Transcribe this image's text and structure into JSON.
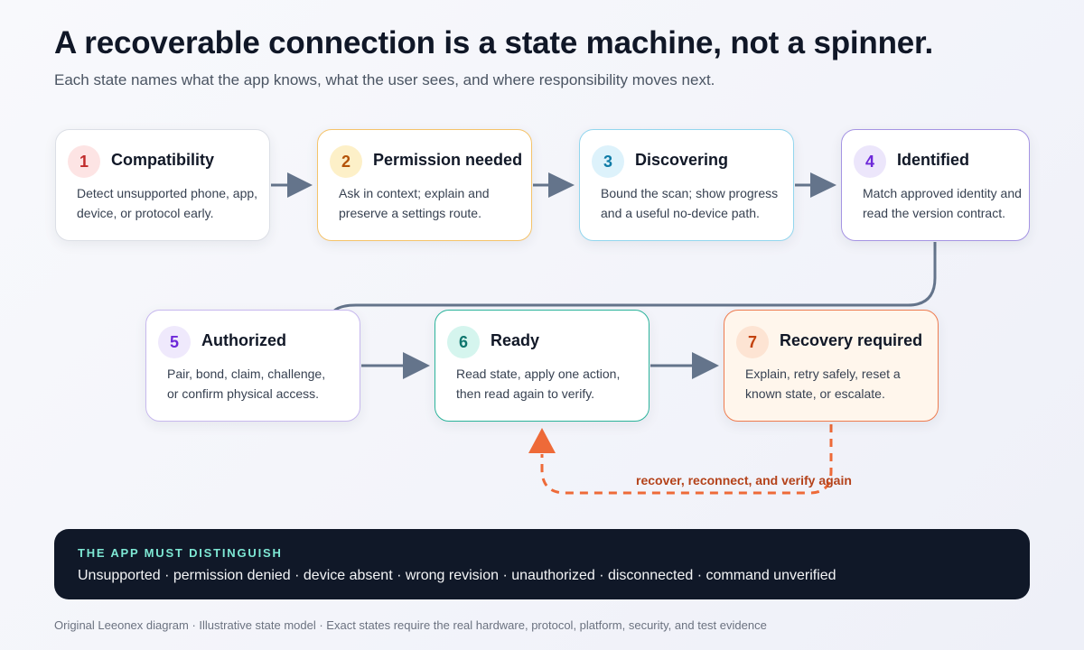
{
  "title": "A recoverable connection is a state machine, not a spinner.",
  "subtitle": "Each state names what the app knows, what the user sees, and where responsibility moves next.",
  "states": [
    {
      "number": "1",
      "title": "Compatibility",
      "desc_lines": [
        "Detect unsupported phone, app,",
        "device, or protocol early."
      ],
      "border": "#dcdfe6",
      "badge_bg": "#fde4e4",
      "badge_fg": "#c02c2c"
    },
    {
      "number": "2",
      "title": "Permission needed",
      "desc_lines": [
        "Ask in context; explain and",
        "preserve a settings route."
      ],
      "border": "#f5c36a",
      "badge_bg": "#fdf0c8",
      "badge_fg": "#b45309"
    },
    {
      "number": "3",
      "title": "Discovering",
      "desc_lines": [
        "Bound the scan; show progress",
        "and a useful no-device path."
      ],
      "border": "#93d6ee",
      "badge_bg": "#ddf2fb",
      "badge_fg": "#0e7ba6"
    },
    {
      "number": "4",
      "title": "Identified",
      "desc_lines": [
        "Match approved identity and",
        "read the version contract."
      ],
      "border": "#a594e3",
      "badge_bg": "#ece6fb",
      "badge_fg": "#6d28d9"
    },
    {
      "number": "5",
      "title": "Authorized",
      "desc_lines": [
        "Pair, bond, claim, challenge,",
        "or confirm physical access."
      ],
      "border": "#c7b8ee",
      "badge_bg": "#efe9fc",
      "badge_fg": "#6d28d9"
    },
    {
      "number": "6",
      "title": "Ready",
      "desc_lines": [
        "Read state, apply one action,",
        "then read again to verify."
      ],
      "border": "#2bb39b",
      "badge_bg": "#d5f5ee",
      "badge_fg": "#0f766e"
    },
    {
      "number": "7",
      "title": "Recovery required",
      "desc_lines": [
        "Explain, retry safely, reset a",
        "known state, or escalate."
      ],
      "border": "#ee7c50",
      "badge_bg": "#fde4d3",
      "badge_fg": "#c2410c",
      "bg": "#fff6ec"
    }
  ],
  "loop_label": "recover, reconnect, and verify again",
  "panel": {
    "heading": "THE APP MUST DISTINGUISH",
    "text": "Unsupported · permission denied · device absent · wrong revision · unauthorized · disconnected · command unverified"
  },
  "footnote": "Original Leeonex diagram · Illustrative state model · Exact states require the real hardware, protocol, platform, security, and test evidence",
  "colors": {
    "arrow": "#64748b",
    "recovery": "#ee6a38",
    "panel_bg": "#101828",
    "panel_accent": "#7ee8d4"
  }
}
